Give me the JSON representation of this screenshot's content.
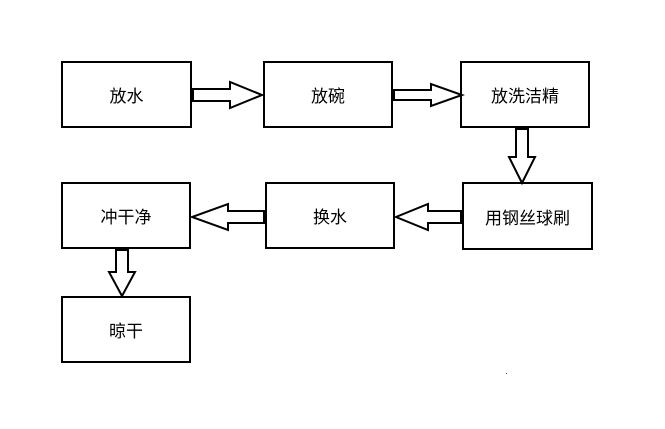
{
  "nodes": {
    "fangshui": "放水",
    "fangwan": "放碗",
    "xijiejing": "放洗洁精",
    "gangsiqiu": "用钢丝球刷",
    "huanshui": "换水",
    "chonggan": "冲干净",
    "lianggan": "晾干"
  },
  "edges": [
    {
      "from": "放水",
      "to": "放碗"
    },
    {
      "from": "放碗",
      "to": "放洗洁精"
    },
    {
      "from": "放洗洁精",
      "to": "用钢丝球刷"
    },
    {
      "from": "用钢丝球刷",
      "to": "换水"
    },
    {
      "from": "换水",
      "to": "冲干净"
    },
    {
      "from": "冲干净",
      "to": "晾干"
    }
  ]
}
